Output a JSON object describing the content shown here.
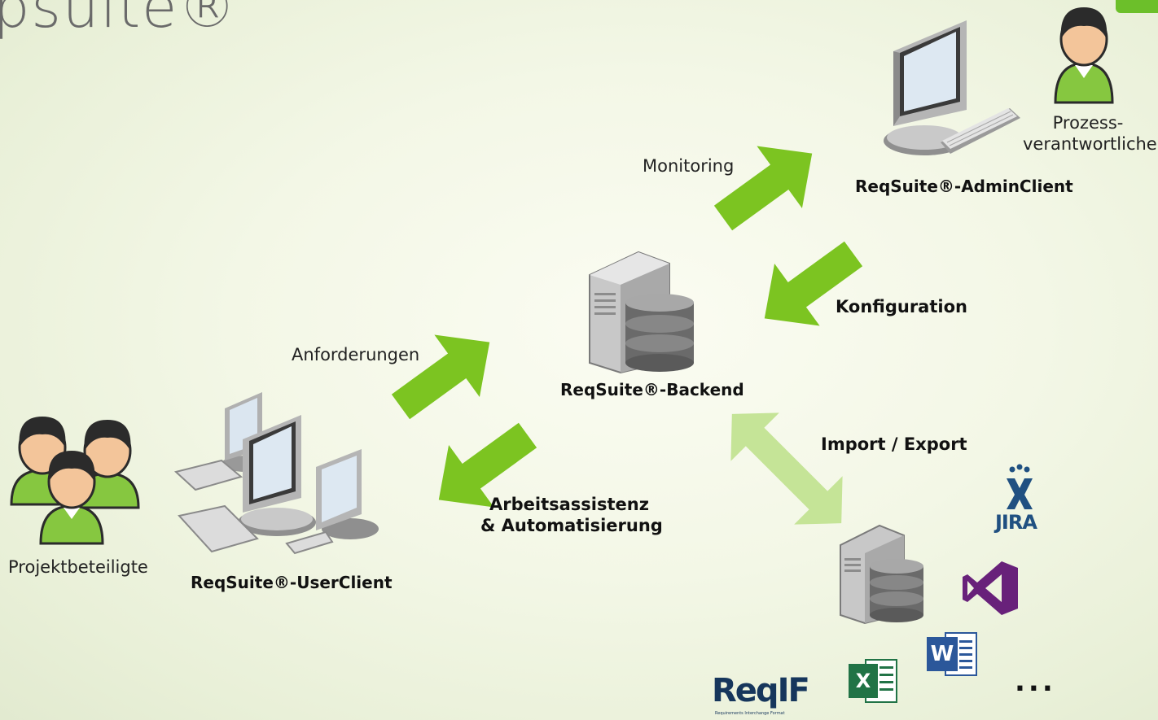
{
  "brand": {
    "logo_partial_text": "psuite®"
  },
  "nodes": {
    "admin_client": "ReqSuite®-AdminClient",
    "backend": "ReqSuite®-Backend",
    "user_client": "ReqSuite®-UserClient"
  },
  "roles": {
    "process_owner_line1": "Prozess-",
    "process_owner_line2": "verantwortliche",
    "project_members": "Projektbeteiligte"
  },
  "flows": {
    "monitoring": "Monitoring",
    "configuration": "Konfiguration",
    "requirements": "Anforderungen",
    "assistance_line1": "Arbeitsassistenz",
    "assistance_line2": "& Automatisierung",
    "import_export": "Import / Export"
  },
  "integrations": {
    "jira": "JIRA",
    "word": "W",
    "excel": "X",
    "reqif": "ReqIF",
    "reqif_sub": "Requirements Interchange Format",
    "more": "..."
  },
  "colors": {
    "arrow_green": "#7cc421",
    "arrow_light": "#c5e497",
    "person_green": "#86c740",
    "jira_blue": "#205081",
    "vs_purple": "#68217a",
    "word_blue": "#2b579a",
    "excel_green": "#217346"
  }
}
